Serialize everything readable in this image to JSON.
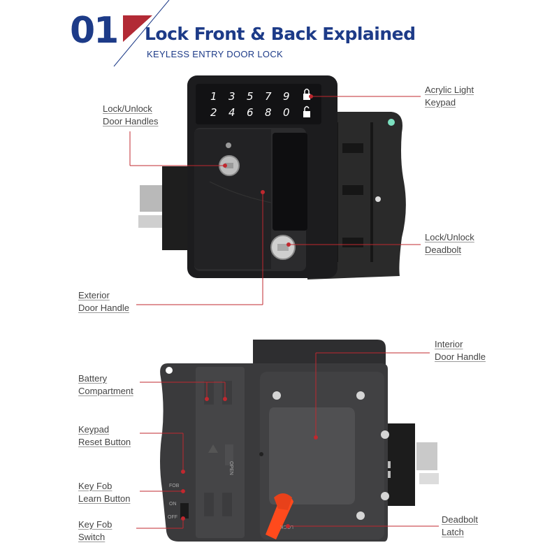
{
  "header": {
    "step_number": "01",
    "title": "Lock Front & Back Explained",
    "subtitle": "KEYLESS ENTRY DOOR LOCK"
  },
  "keypad": {
    "row1": [
      "1",
      "3",
      "5",
      "7",
      "9"
    ],
    "row2": [
      "2",
      "4",
      "6",
      "8",
      "0"
    ]
  },
  "back_labels": {
    "open": "OPEN",
    "fob": "FOB",
    "on": "ON",
    "off": "OFF",
    "lock": "LOCK"
  },
  "callouts": {
    "acrylic_keypad": {
      "line1": "Acrylic Light",
      "line2": "Keypad"
    },
    "door_handles": {
      "line1": "Lock/Unlock",
      "line2": "Door Handles"
    },
    "deadbolt": {
      "line1": "Lock/Unlock",
      "line2": "Deadbolt"
    },
    "exterior_handle": {
      "line1": "Exterior",
      "line2": "Door Handle"
    },
    "interior_handle": {
      "line1": "Interior",
      "line2": "Door Handle"
    },
    "battery": {
      "line1": "Battery",
      "line2": "Compartment"
    },
    "reset": {
      "line1": "Keypad",
      "line2": "Reset Button"
    },
    "learn": {
      "line1": "Key Fob",
      "line2": "Learn Button"
    },
    "fob_switch": {
      "line1": "Key Fob",
      "line2": "Switch"
    },
    "deadbolt_latch": {
      "line1": "Deadbolt",
      "line2": "Latch"
    }
  },
  "colors": {
    "brand_blue": "#1d3b88",
    "accent_red": "#b22a35",
    "callout_line": "#c0282f",
    "lock_body": "#1c1c1e",
    "latch_orange": "#ff4a1c"
  }
}
